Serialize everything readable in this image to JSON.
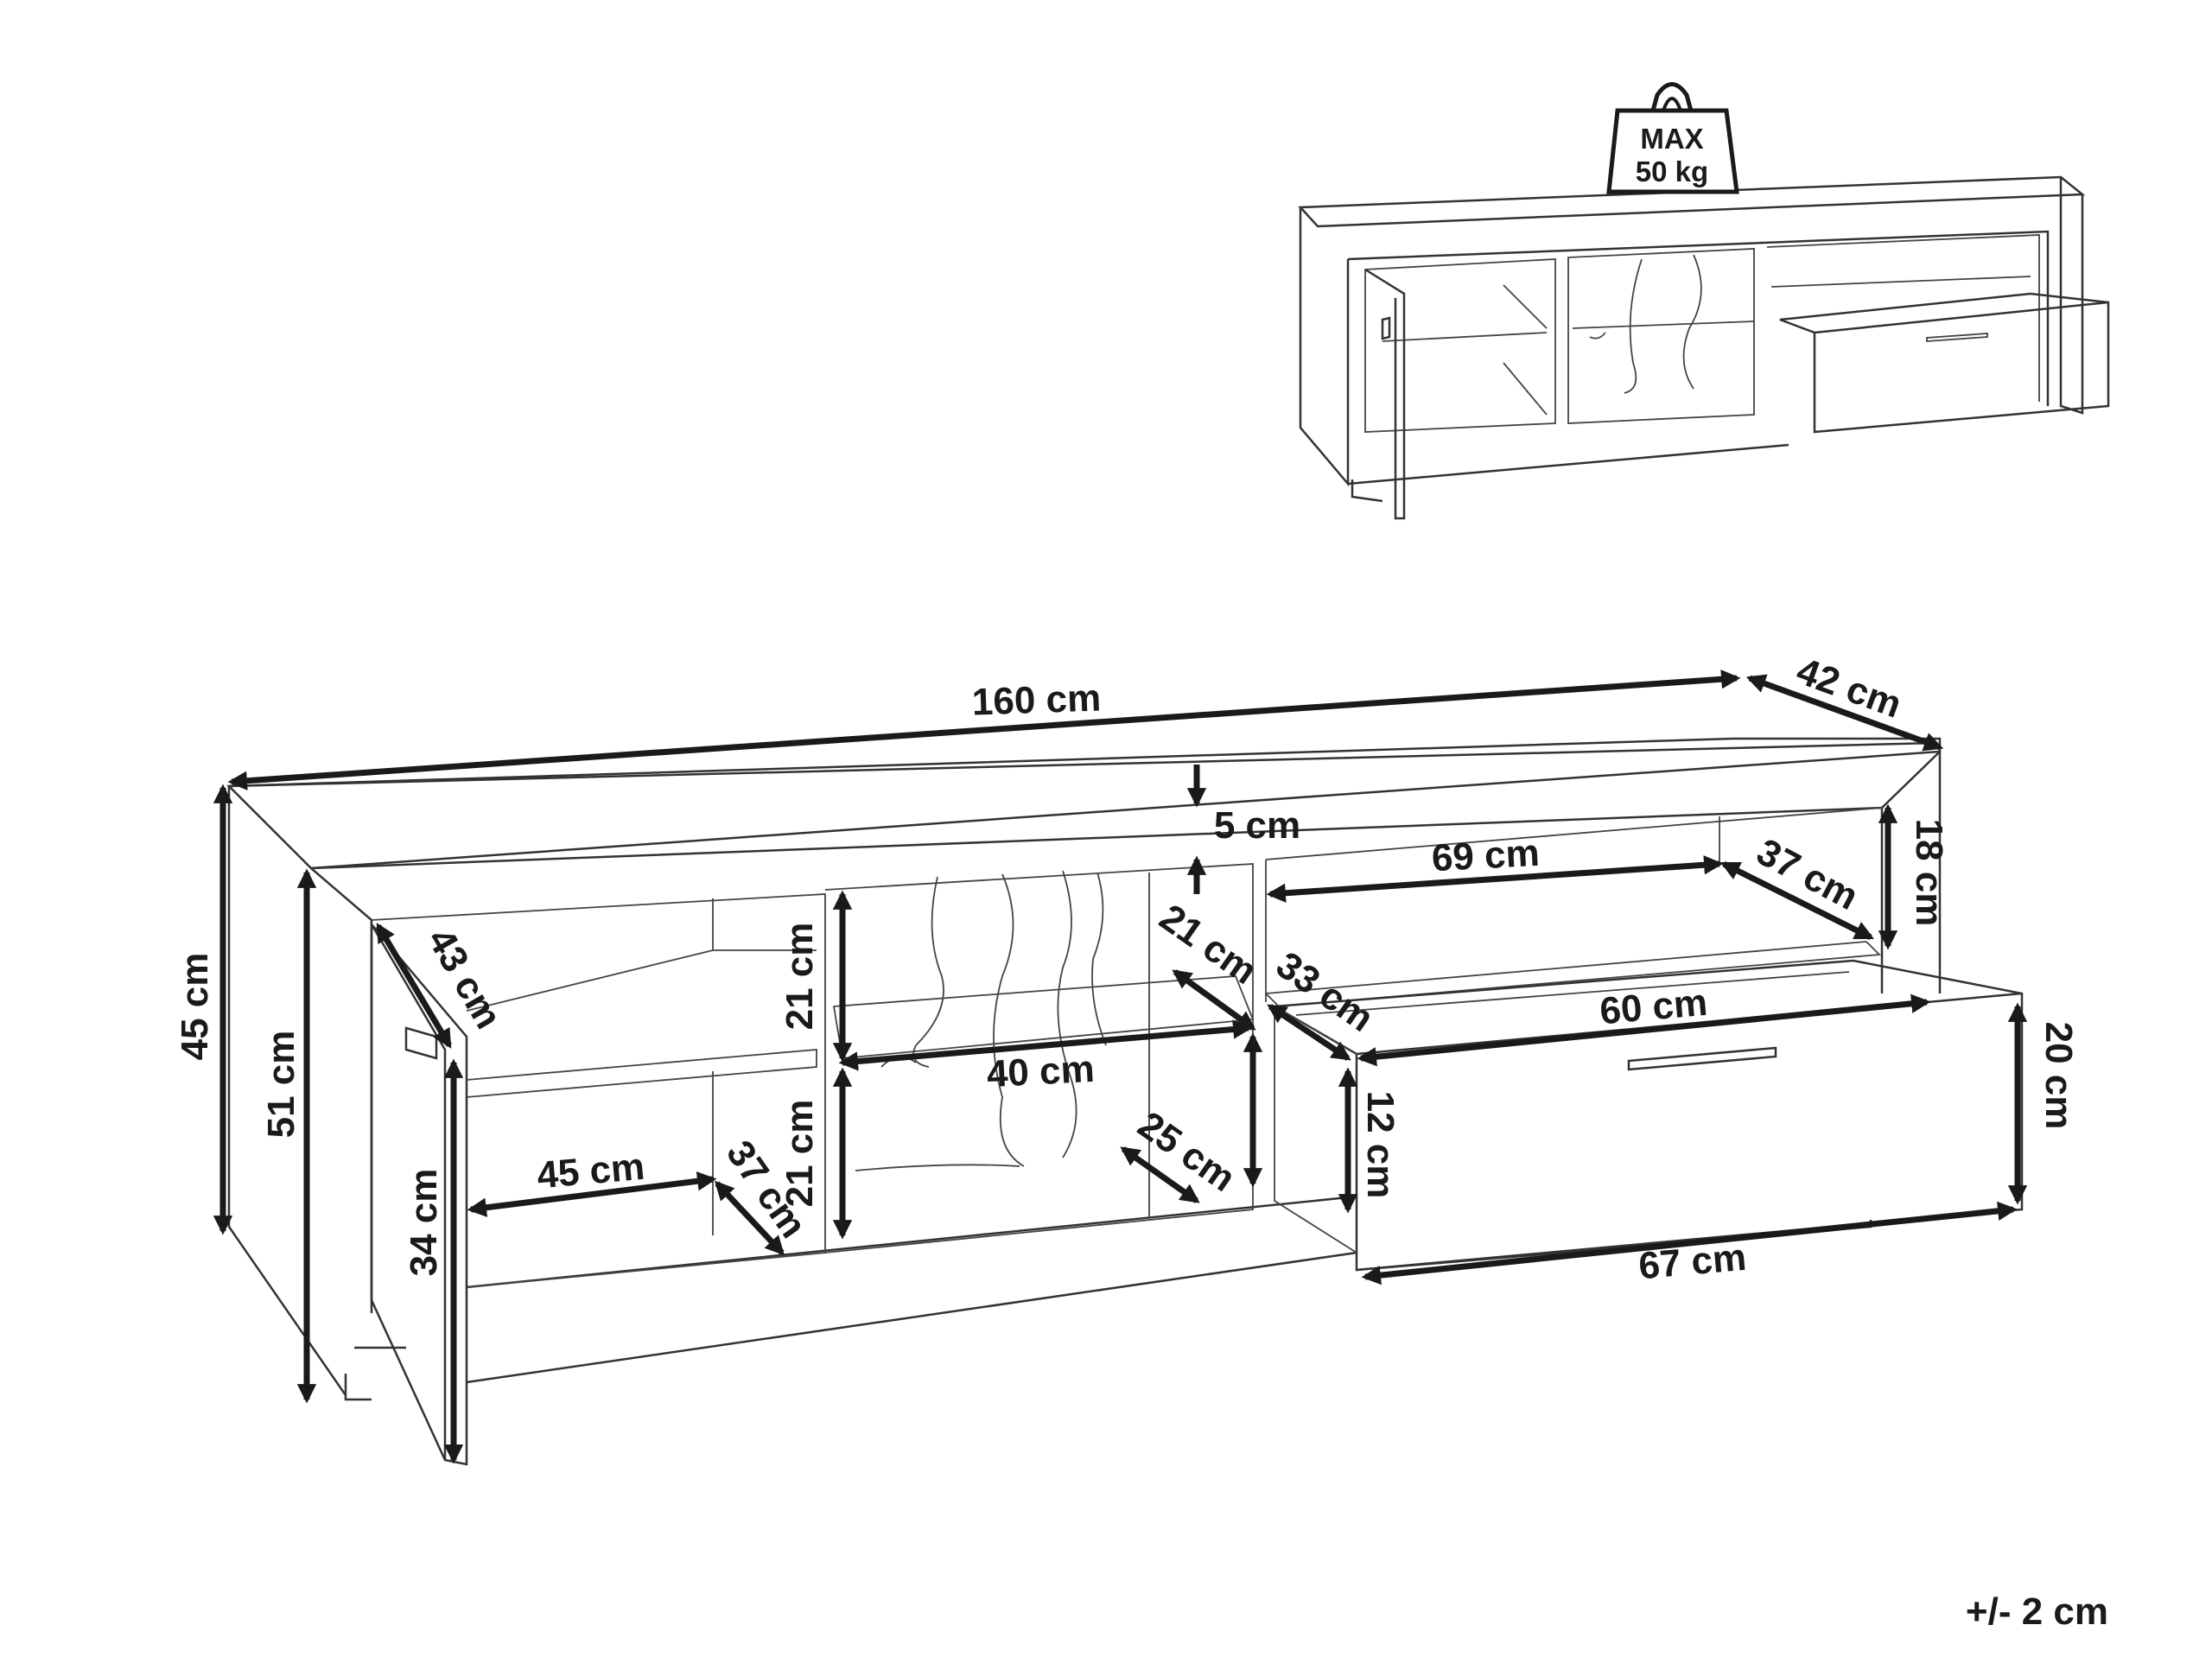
{
  "badge": {
    "line1": "MAX",
    "line2": "50 kg"
  },
  "dimensions": {
    "total_width": "160 cm",
    "depth": "42 cm",
    "top_thickness": "5 cm",
    "total_height": "45 cm",
    "inner_height": "51 cm",
    "door_depth": "43 cm",
    "door_height": "34 cm",
    "left_shelf_width": "45 cm",
    "left_shelf_depth": "37 cm",
    "center_upper_height": "21 cm",
    "center_lower_height": "21 cm",
    "center_width": "40 cm",
    "center_shelf_depth": "21 cm",
    "center_bottom_depth": "25 cm",
    "right_open_width": "69 cm",
    "right_open_depth": "37 cm",
    "right_open_height": "18 cm",
    "drawer_depth": "33 cm",
    "drawer_inner_width": "60 cm",
    "drawer_inner_height": "12 cm",
    "drawer_front_height": "20 cm",
    "drawer_front_width": "67 cm"
  },
  "tolerance": "+/- 2 cm"
}
